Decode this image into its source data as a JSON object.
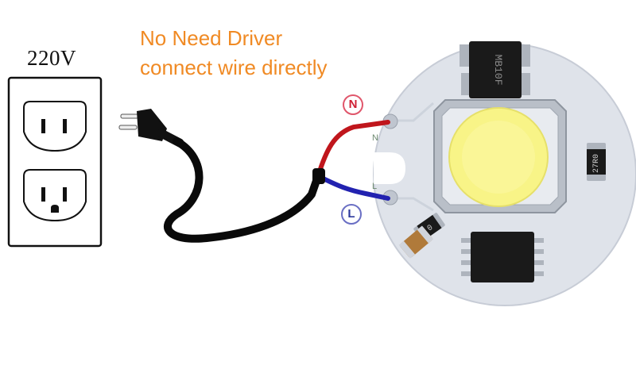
{
  "outlet": {
    "voltage_label": "220V"
  },
  "headline": {
    "line1": "No Need Driver",
    "line2": "connect wire directly"
  },
  "terminals": {
    "neutral": "N",
    "live": "L",
    "pad_n": "N",
    "pad_l": "L"
  },
  "components": {
    "bridge_marking": "MB10F",
    "resistor_marking": "27R0",
    "small_resistor_marking": "0"
  },
  "colors": {
    "headline": "#f08a24",
    "neutral_wire": "#c0161c",
    "live_wire": "#2222b0",
    "cable": "#0a0a0a",
    "pcb": "#dfe3ea",
    "led": "#f8f487"
  }
}
